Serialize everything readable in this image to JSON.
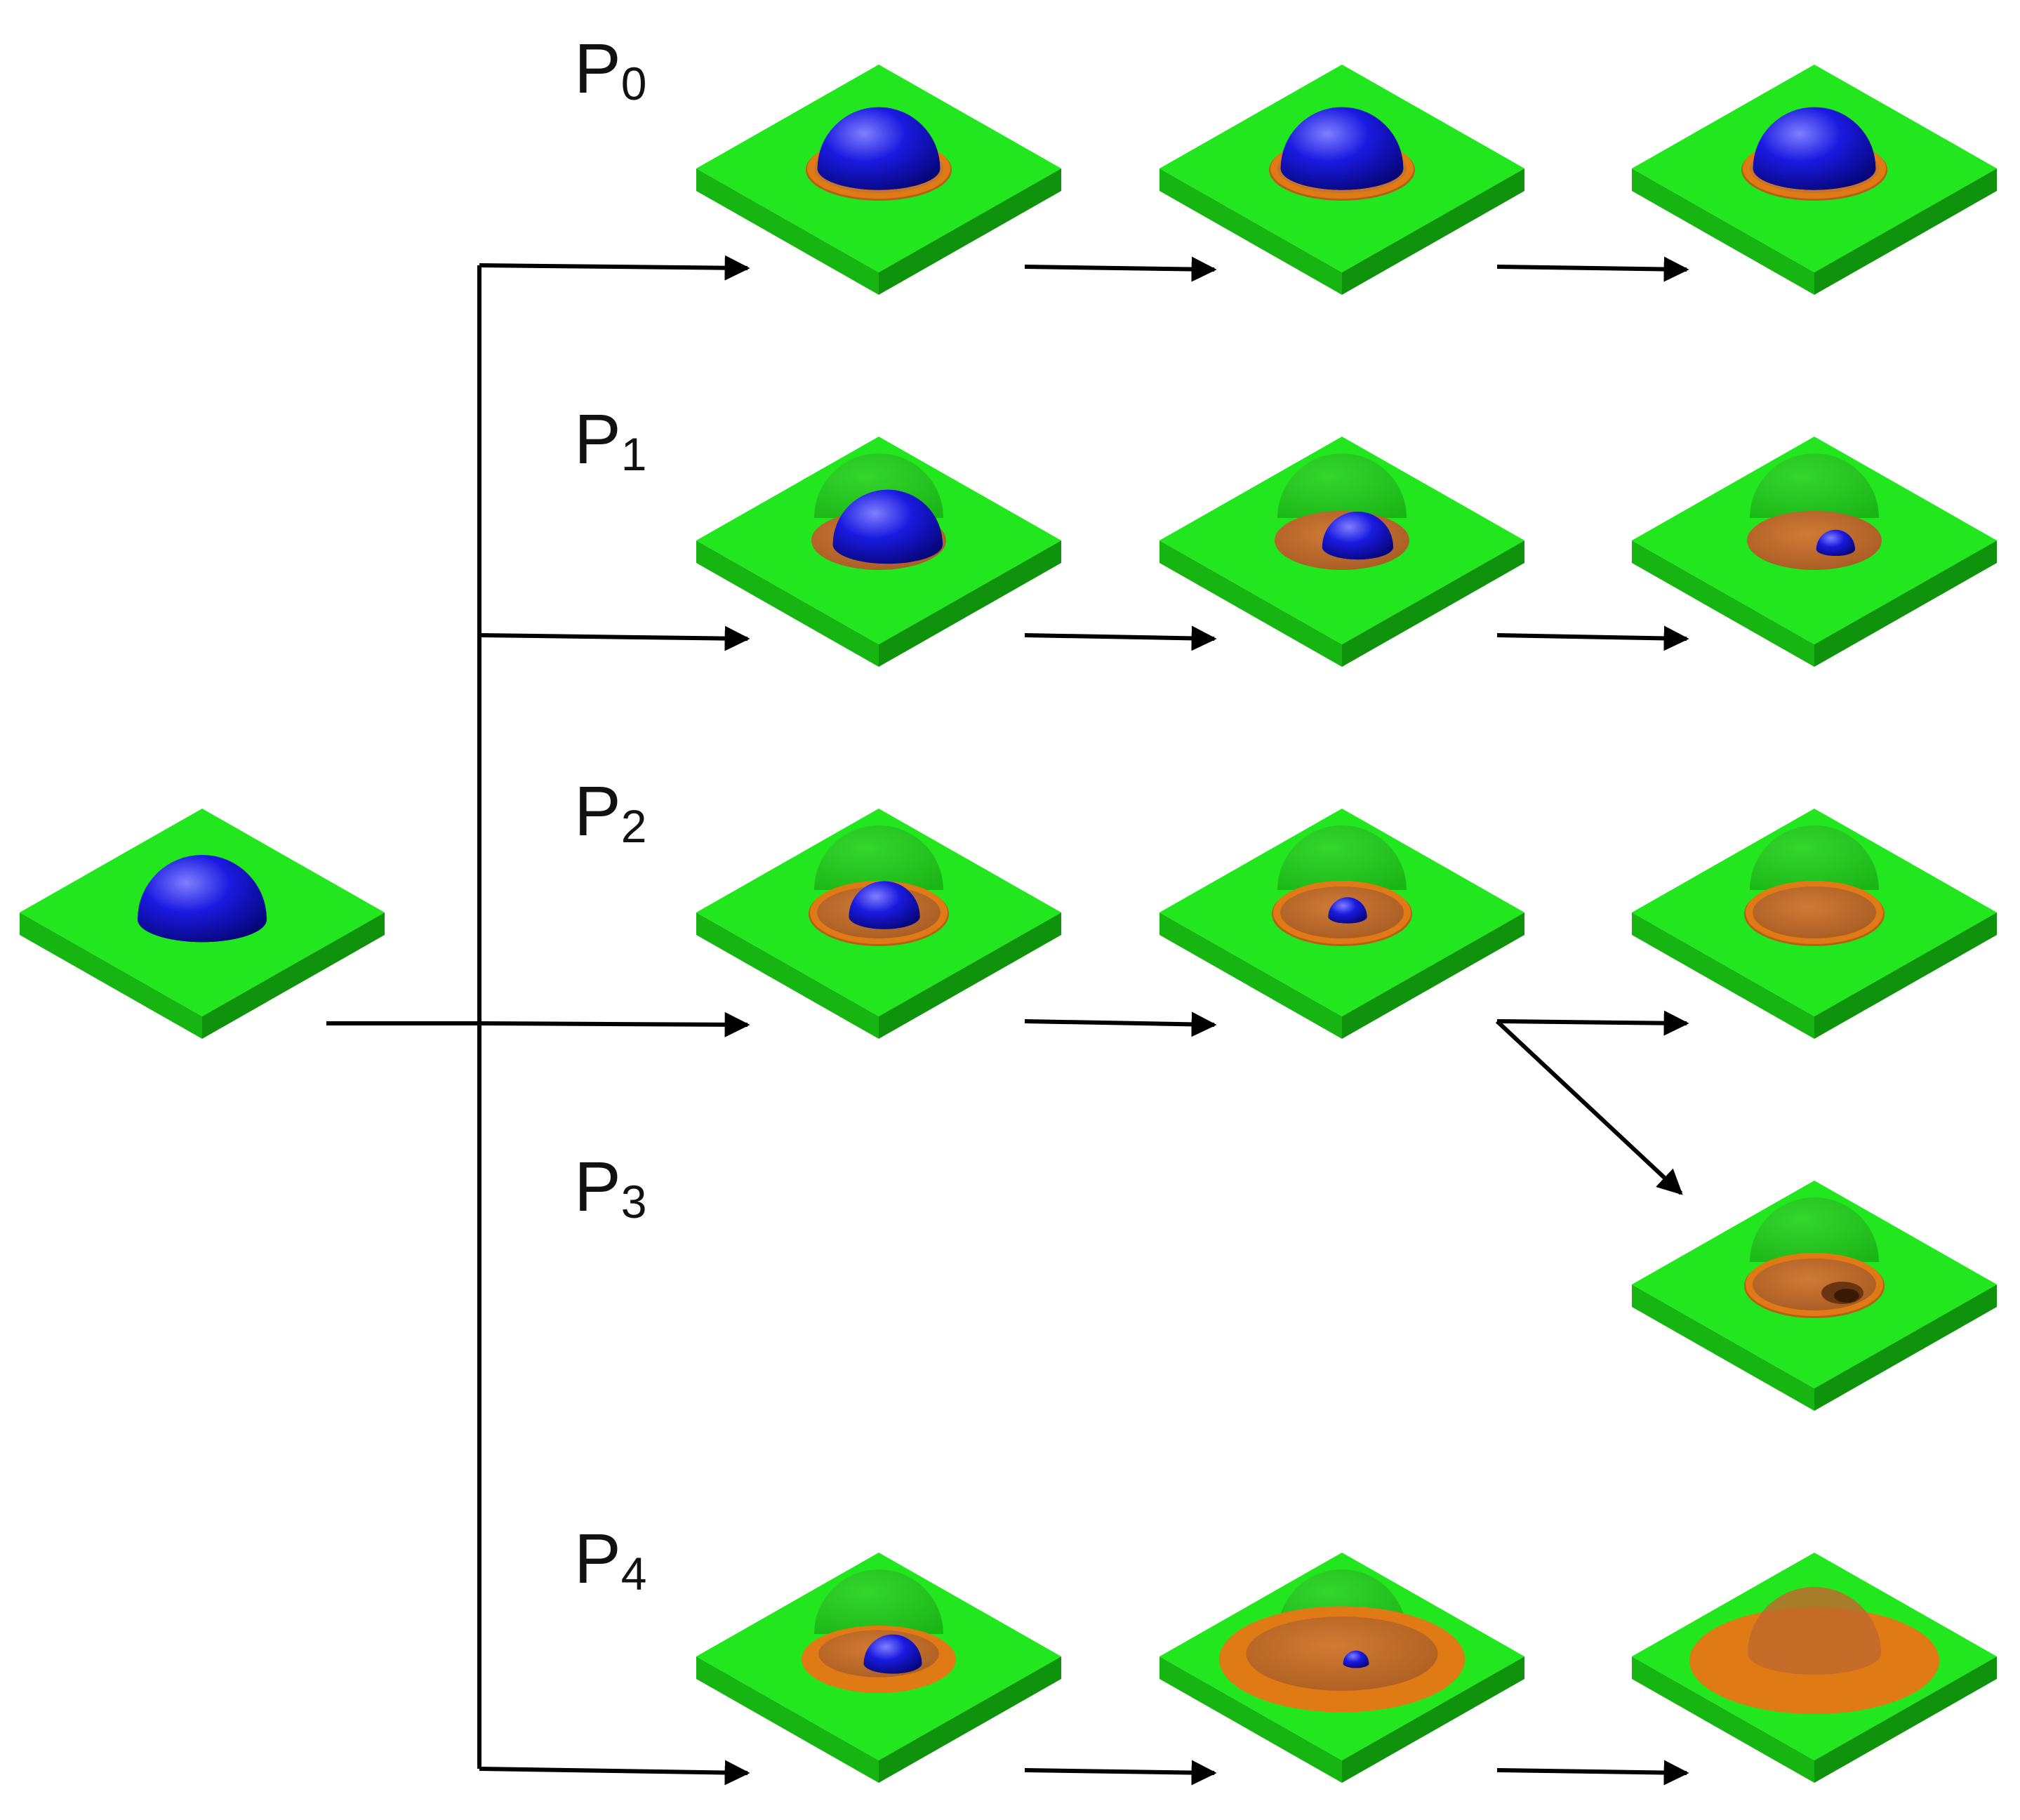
{
  "colors": {
    "slab_top": "#22e61e",
    "slab_left": "#16b512",
    "slab_right": "#0f920c",
    "droplet": "#1a1ad8",
    "droplet_highlight": "#8a8aff",
    "ring": "#e07a14",
    "ring_inner": "#b5601a",
    "crater": "#c46a2a",
    "arrow": "#000000"
  },
  "pathways": [
    {
      "id": "P0",
      "letter": "P",
      "sub": "0"
    },
    {
      "id": "P1",
      "letter": "P",
      "sub": "1"
    },
    {
      "id": "P2",
      "letter": "P",
      "sub": "2"
    },
    {
      "id": "P3",
      "letter": "P",
      "sub": "3"
    },
    {
      "id": "P4",
      "letter": "P",
      "sub": "4"
    }
  ],
  "initial_state": {
    "icon": "droplet-on-substrate-icon",
    "droplet_size": 1.0
  },
  "stages": {
    "P0": [
      {
        "icon": "pinned-droplet-icon",
        "droplet_size": 1.0
      },
      {
        "icon": "pinned-droplet-icon",
        "droplet_size": 1.0
      },
      {
        "icon": "pinned-droplet-icon",
        "droplet_size": 1.0
      }
    ],
    "P1": [
      {
        "icon": "shrinking-droplet-icon",
        "droplet_size": 0.85
      },
      {
        "icon": "shrinking-droplet-icon",
        "droplet_size": 0.55
      },
      {
        "icon": "shrinking-droplet-icon",
        "droplet_size": 0.3
      }
    ],
    "P2": [
      {
        "icon": "ring-droplet-icon",
        "droplet_size": 0.55
      },
      {
        "icon": "ring-droplet-icon",
        "droplet_size": 0.3
      },
      {
        "icon": "empty-ring-icon",
        "droplet_size": 0
      }
    ],
    "P3": [
      {
        "icon": "ring-pit-icon",
        "droplet_size": 0
      }
    ],
    "P4": [
      {
        "icon": "spreading-droplet-icon",
        "droplet_size": 0.45
      },
      {
        "icon": "spreading-droplet-icon",
        "droplet_size": 0.2
      },
      {
        "icon": "spread-film-icon",
        "droplet_size": 0
      }
    ]
  }
}
